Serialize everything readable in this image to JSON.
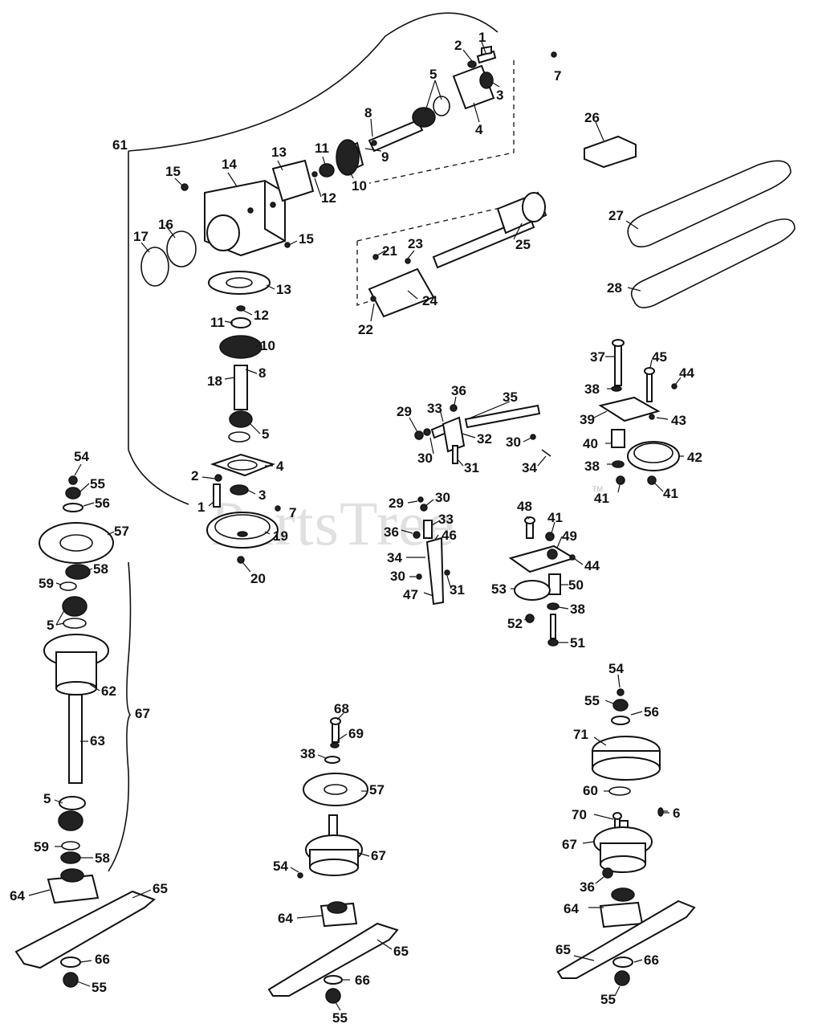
{
  "watermark": {
    "text": "PartsTree",
    "trademark": "TM"
  },
  "callouts": [
    "1",
    "2",
    "3",
    "4",
    "5",
    "6",
    "7",
    "8",
    "9",
    "10",
    "11",
    "12",
    "13",
    "14",
    "15",
    "16",
    "17",
    "18",
    "19",
    "20",
    "21",
    "22",
    "23",
    "24",
    "25",
    "26",
    "27",
    "28",
    "29",
    "30",
    "31",
    "32",
    "33",
    "34",
    "35",
    "36",
    "37",
    "38",
    "39",
    "40",
    "41",
    "42",
    "43",
    "44",
    "45",
    "46",
    "47",
    "48",
    "49",
    "50",
    "51",
    "52",
    "53",
    "54",
    "55",
    "56",
    "57",
    "58",
    "59",
    "60",
    "61",
    "62",
    "63",
    "64",
    "65",
    "66",
    "67",
    "68",
    "69",
    "70",
    "71"
  ],
  "colors": {
    "line": "#111111",
    "background": "#ffffff",
    "watermark": "#d6d6d6"
  }
}
